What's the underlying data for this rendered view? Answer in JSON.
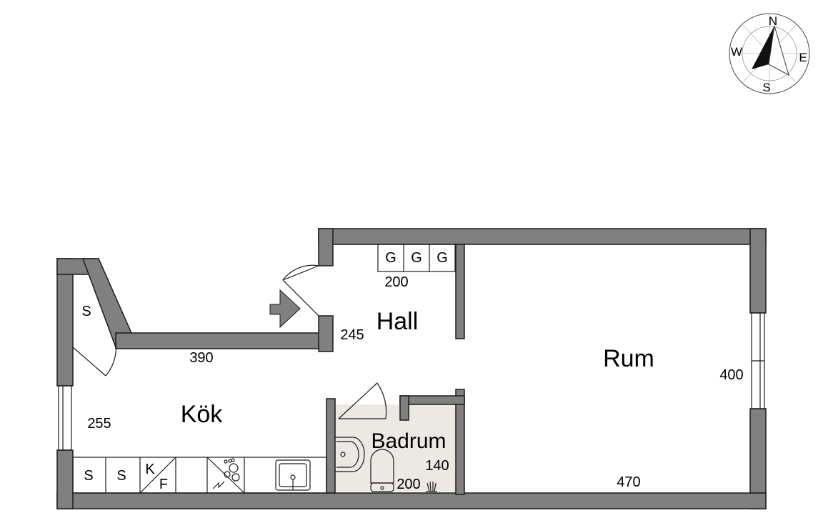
{
  "rooms": {
    "hall": "Hall",
    "kok": "Kök",
    "rum": "Rum",
    "badrum": "Badrum"
  },
  "dimensions": {
    "hall_width": "200",
    "hall_depth": "245",
    "kok_length": "390",
    "kok_depth": "255",
    "rum_depth": "400",
    "rum_width": "470",
    "badrum_depth": "140",
    "badrum_width": "200"
  },
  "fixtures": {
    "wardrobe_hall": [
      "G",
      "G",
      "G"
    ],
    "storage_kok_top": "S",
    "kitchen_counter": [
      "S",
      "S"
    ],
    "fridge_k": "K",
    "fridge_f": "F"
  },
  "compass": {
    "north": "N",
    "east": "E",
    "south": "S",
    "west": "W"
  },
  "colors": {
    "wall": "#808080",
    "bathroom_floor": "#ece8e3",
    "background": "#ffffff"
  }
}
